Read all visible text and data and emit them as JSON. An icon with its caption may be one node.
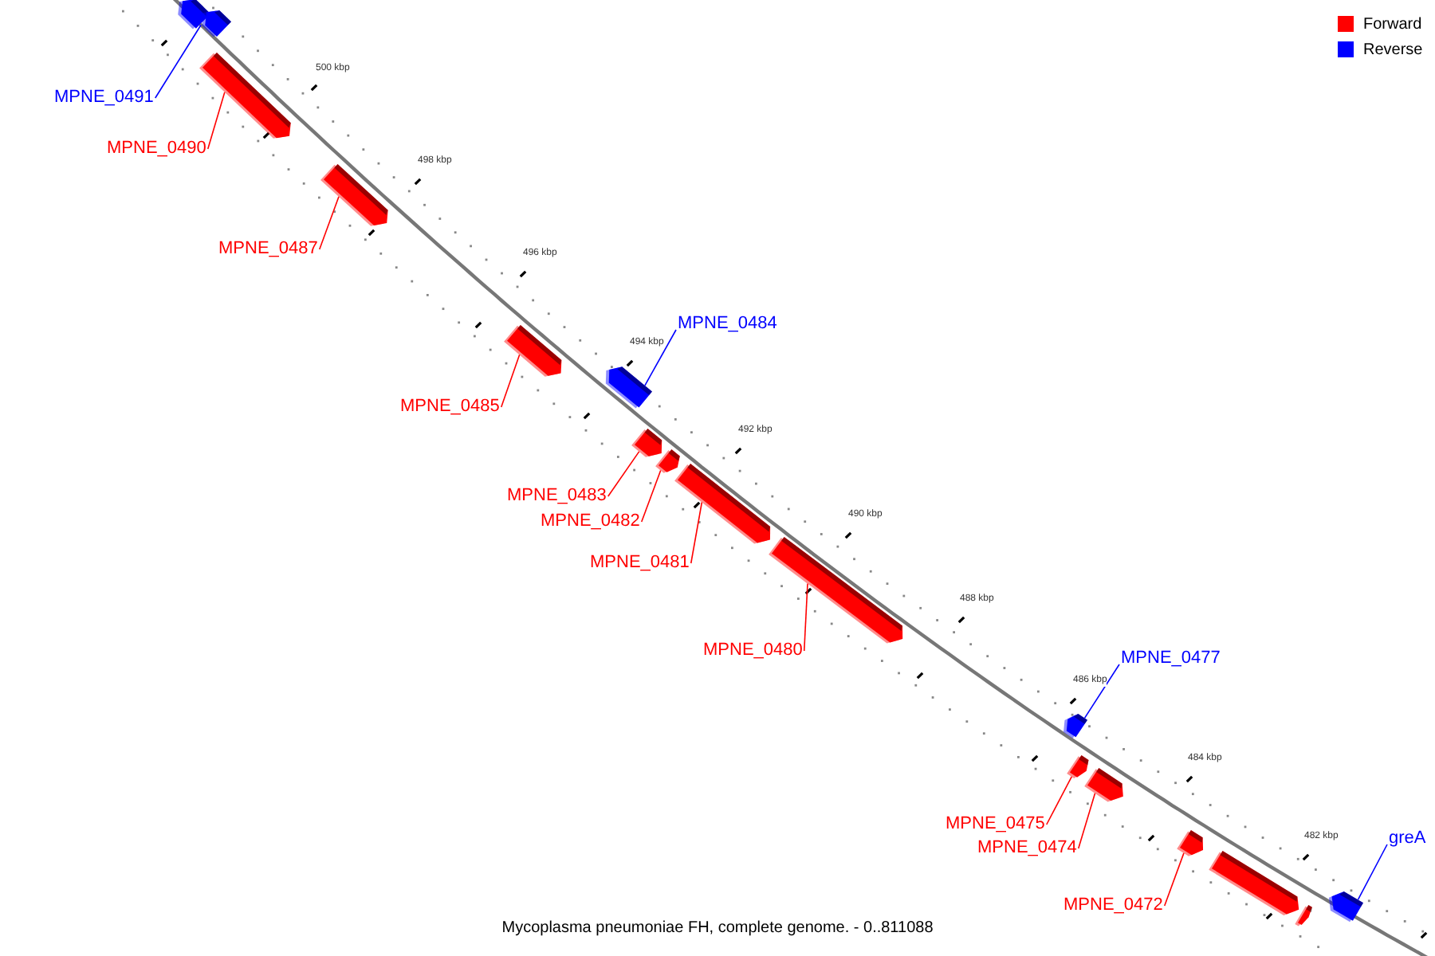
{
  "diagram": {
    "caption": "Mycoplasma pneumoniae FH, complete genome. - 0..811088",
    "nodes": [
      {
        "text": [],
        "shape": "bar"
      },
      {
        "text": [],
        "shape": "bar"
      },
      {
        "text": [
          "MPNE_0491"
        ]
      },
      {
        "text": [],
        "shape": "bar"
      },
      {
        "text": [
          "MPNE_0490"
        ]
      },
      {
        "text": [],
        "shape": "bar"
      },
      {
        "text": [
          "MPNE_0487"
        ]
      },
      {
        "text": [],
        "shape": "bar"
      },
      {
        "text": [
          "MPNE_0484"
        ]
      },
      {
        "text": [],
        "shape": "bar"
      },
      {
        "text": [
          "MPNE_0485"
        ]
      },
      {
        "text": [],
        "shape": "bar"
      },
      {
        "text": [],
        "shape": "bar"
      },
      {
        "text": [],
        "shape": "bar"
      },
      {
        "text": [
          "MPNE_0483"
        ]
      },
      {
        "text": [
          "MPNE_0482"
        ]
      },
      {
        "text": [
          "MPNE_0481"
        ]
      },
      {
        "text": [],
        "shape": "bar"
      },
      {
        "text": [
          "MPNE_0480"
        ]
      },
      {
        "text": [
          "MPNE_0477"
        ]
      },
      {
        "text": [],
        "shape": "bar"
      },
      {
        "text": [],
        "shape": "bar"
      },
      {
        "text": [],
        "shape": "bar"
      },
      {
        "text": [
          "MPNE_0475"
        ]
      },
      {
        "text": [
          "MPNE_0474"
        ]
      },
      {
        "text": [],
        "shape": "bar"
      },
      {
        "text": [],
        "shape": "bar"
      },
      {
        "text": [],
        "shape": "bar"
      },
      {
        "text": [
          "MPNE_0472"
        ]
      },
      {
        "text": [],
        "shape": "bar"
      },
      {
        "text": [
          "greA"
        ]
      }
    ],
    "edges": [
      {
        "from": 2,
        "to": 1,
        "arrow": "none",
        "color": "#0000ff"
      },
      {
        "from": 4,
        "to": 3,
        "arrow": "none"
      },
      {
        "from": 6,
        "to": 5,
        "arrow": "none"
      },
      {
        "from": 10,
        "to": 7,
        "arrow": "none"
      },
      {
        "from": 8,
        "to": 9,
        "arrow": "none",
        "color": "#0000ff"
      },
      {
        "from": 14,
        "to": 11,
        "arrow": "none"
      },
      {
        "from": 15,
        "to": 12,
        "arrow": "none"
      },
      {
        "from": 16,
        "to": 13,
        "arrow": "none"
      },
      {
        "from": 18,
        "to": 17,
        "arrow": "none"
      },
      {
        "from": 19,
        "to": 20,
        "arrow": "none",
        "color": "#0000ff"
      },
      {
        "from": 23,
        "to": 21,
        "arrow": "none"
      },
      {
        "from": 24,
        "to": 22,
        "arrow": "none"
      },
      {
        "from": 28,
        "to": 25,
        "arrow": "none"
      },
      {
        "from": 30,
        "to": 29,
        "arrow": "none",
        "color": "#0000ff"
      }
    ],
    "labels": [
      "500 kbp",
      "498 kbp",
      "496 kbp",
      "494 kbp",
      "492 kbp",
      "490 kbp",
      "488 kbp",
      "486 kbp",
      "484 kbp",
      "482 kbp"
    ],
    "legend": [
      {
        "text": "Forward",
        "color": "#ff0000"
      },
      {
        "text": "Reverse",
        "color": "#0000ff"
      }
    ]
  }
}
